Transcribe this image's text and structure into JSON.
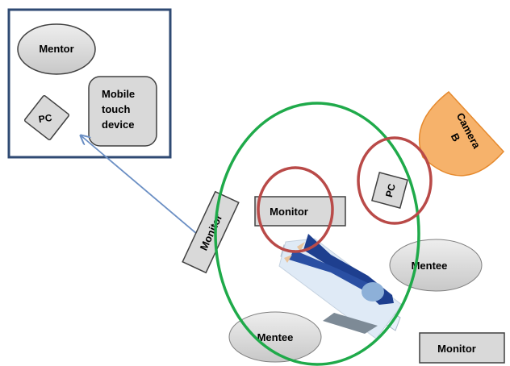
{
  "remote_site": {
    "mentor_label": "Mentor",
    "pc_label": "PC",
    "device_label_lines": [
      "Mobile",
      "touch",
      "device"
    ]
  },
  "operating_room": {
    "monitor_left_label": "Monitor",
    "monitor_center_label": "Monitor",
    "monitor_bottom_right_label": "Monitor",
    "pc_label": "PC",
    "camera_label_lines": [
      "Camera",
      "B"
    ],
    "mentee_right_label": "Mentee",
    "mentee_bottom_label": "Mentee"
  },
  "colors": {
    "remote_frame": "#2f4a73",
    "shape_fill": "#d9d9d9",
    "shape_stroke": "#404040",
    "green_zone": "#1faa4a",
    "red_zone": "#b94a48",
    "camera_fill": "#f6b26b",
    "camera_stroke": "#e68a2e",
    "link_arrow": "#6b8fc4",
    "patient_suit": "#1e3f8f",
    "table": "#e8f1fa"
  }
}
